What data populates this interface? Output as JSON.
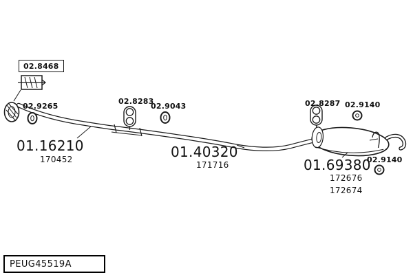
{
  "title_block": {
    "code": "PEUG45519A"
  },
  "parts": {
    "gasket": {
      "number": "02.8468"
    },
    "front_ring": {
      "number": "02.9265"
    },
    "mid_hanger": {
      "number": "02.8283"
    },
    "mid_ring": {
      "number": "02.9043"
    },
    "rear_hanger": {
      "number": "02.8287"
    },
    "nut_top": {
      "number": "02.9140"
    },
    "nut_bottom": {
      "number": "02.9140"
    },
    "front_pipe": {
      "number": "01.16210",
      "ref1": "170452"
    },
    "centre_pipe": {
      "number": "01.40320",
      "ref1": "171716"
    },
    "rear_silencer": {
      "number": "01.69380",
      "ref1": "172676",
      "ref2": "172674"
    }
  }
}
